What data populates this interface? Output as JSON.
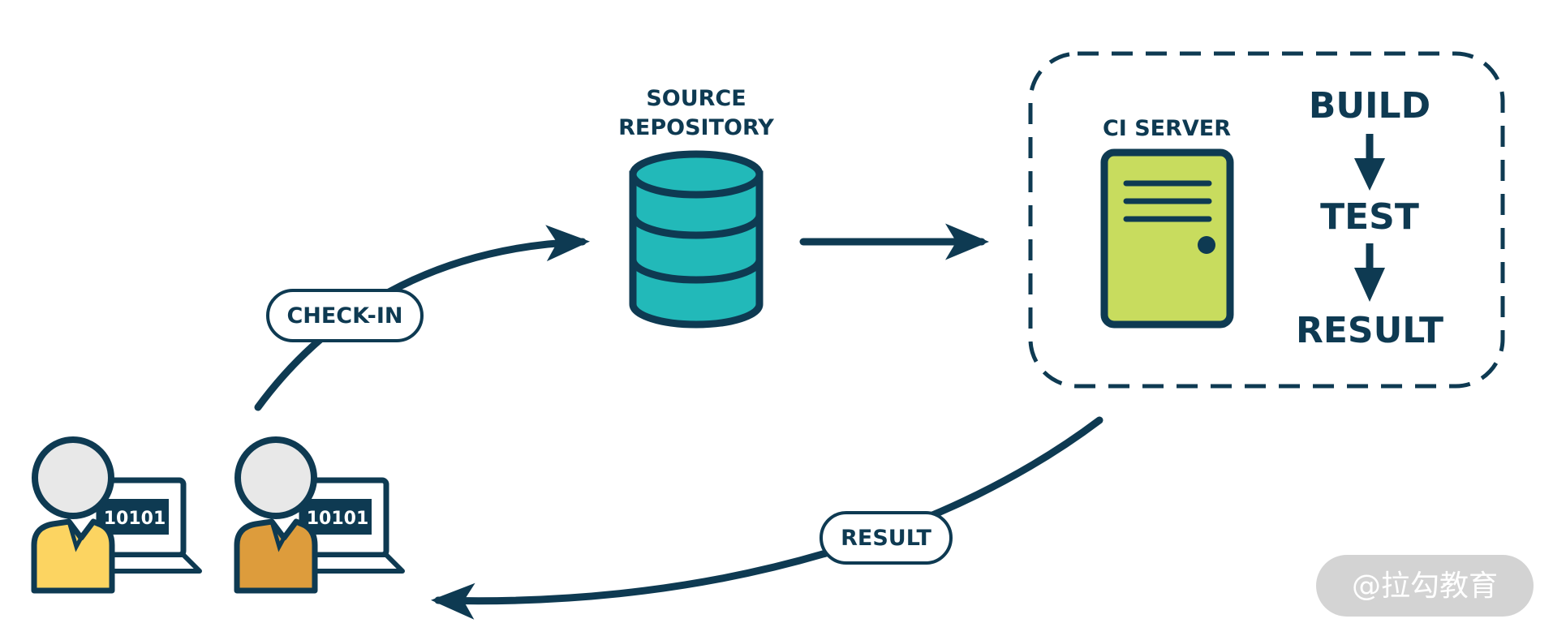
{
  "repository": {
    "label_line1": "SOURCE",
    "label_line2": "REPOSITORY"
  },
  "ci_server": {
    "label": "CI SERVER"
  },
  "pipeline": {
    "step1": "BUILD",
    "step2": "TEST",
    "step3": "RESULT"
  },
  "edges": {
    "check_in_label": "CHECK-IN",
    "result_label": "RESULT"
  },
  "developers": [
    {
      "screen_text": "10101",
      "shirt_color": "#fcd461"
    },
    {
      "screen_text": "10101",
      "shirt_color": "#dd9c3c"
    }
  ],
  "watermark": {
    "text": "@拉勾教育"
  },
  "colors": {
    "stroke": "#0e3a52",
    "database": "#22b9b9",
    "server": "#c8dc5e",
    "head": "#e8e8e8",
    "watermark_bg": "#cfcfcf"
  }
}
